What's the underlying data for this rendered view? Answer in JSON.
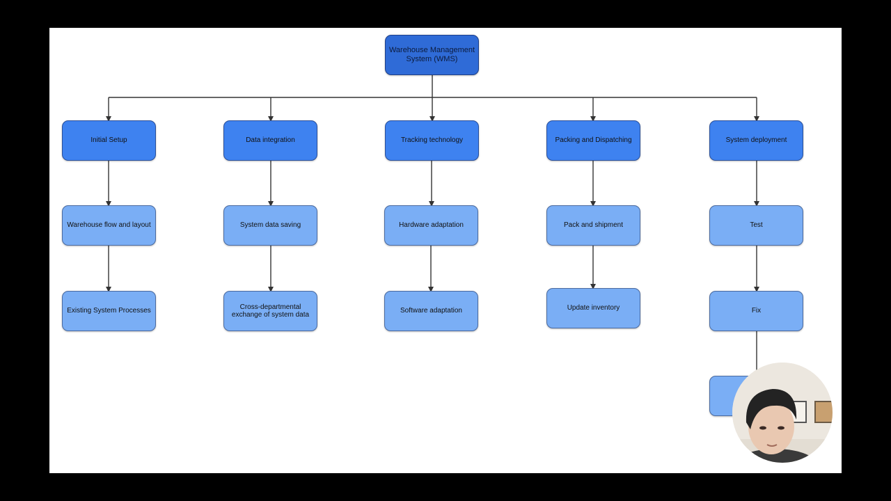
{
  "diagram": {
    "root": "Warehouse Management System (WMS)",
    "branches": [
      {
        "title": "Initial Setup",
        "children": [
          "Warehouse flow and layout",
          "Existing System Processes"
        ]
      },
      {
        "title": "Data integration",
        "children": [
          "System data saving",
          "Cross-departmental exchange of system data"
        ]
      },
      {
        "title": "Tracking technology",
        "children": [
          "Hardware adaptation",
          "Software adaptation"
        ]
      },
      {
        "title": "Packing and Dispatching",
        "children": [
          "Pack and shipment",
          "Update inventory"
        ]
      },
      {
        "title": "System deployment",
        "children": [
          "Test",
          "Fix",
          ""
        ]
      }
    ]
  },
  "colors": {
    "root": "#2f6bd7",
    "level1": "#3e82f0",
    "level2": "#7aaef5",
    "connector": "#333333",
    "background": "#000000",
    "slide": "#ffffff"
  },
  "overlay": {
    "webcam": "presenter-webcam"
  }
}
